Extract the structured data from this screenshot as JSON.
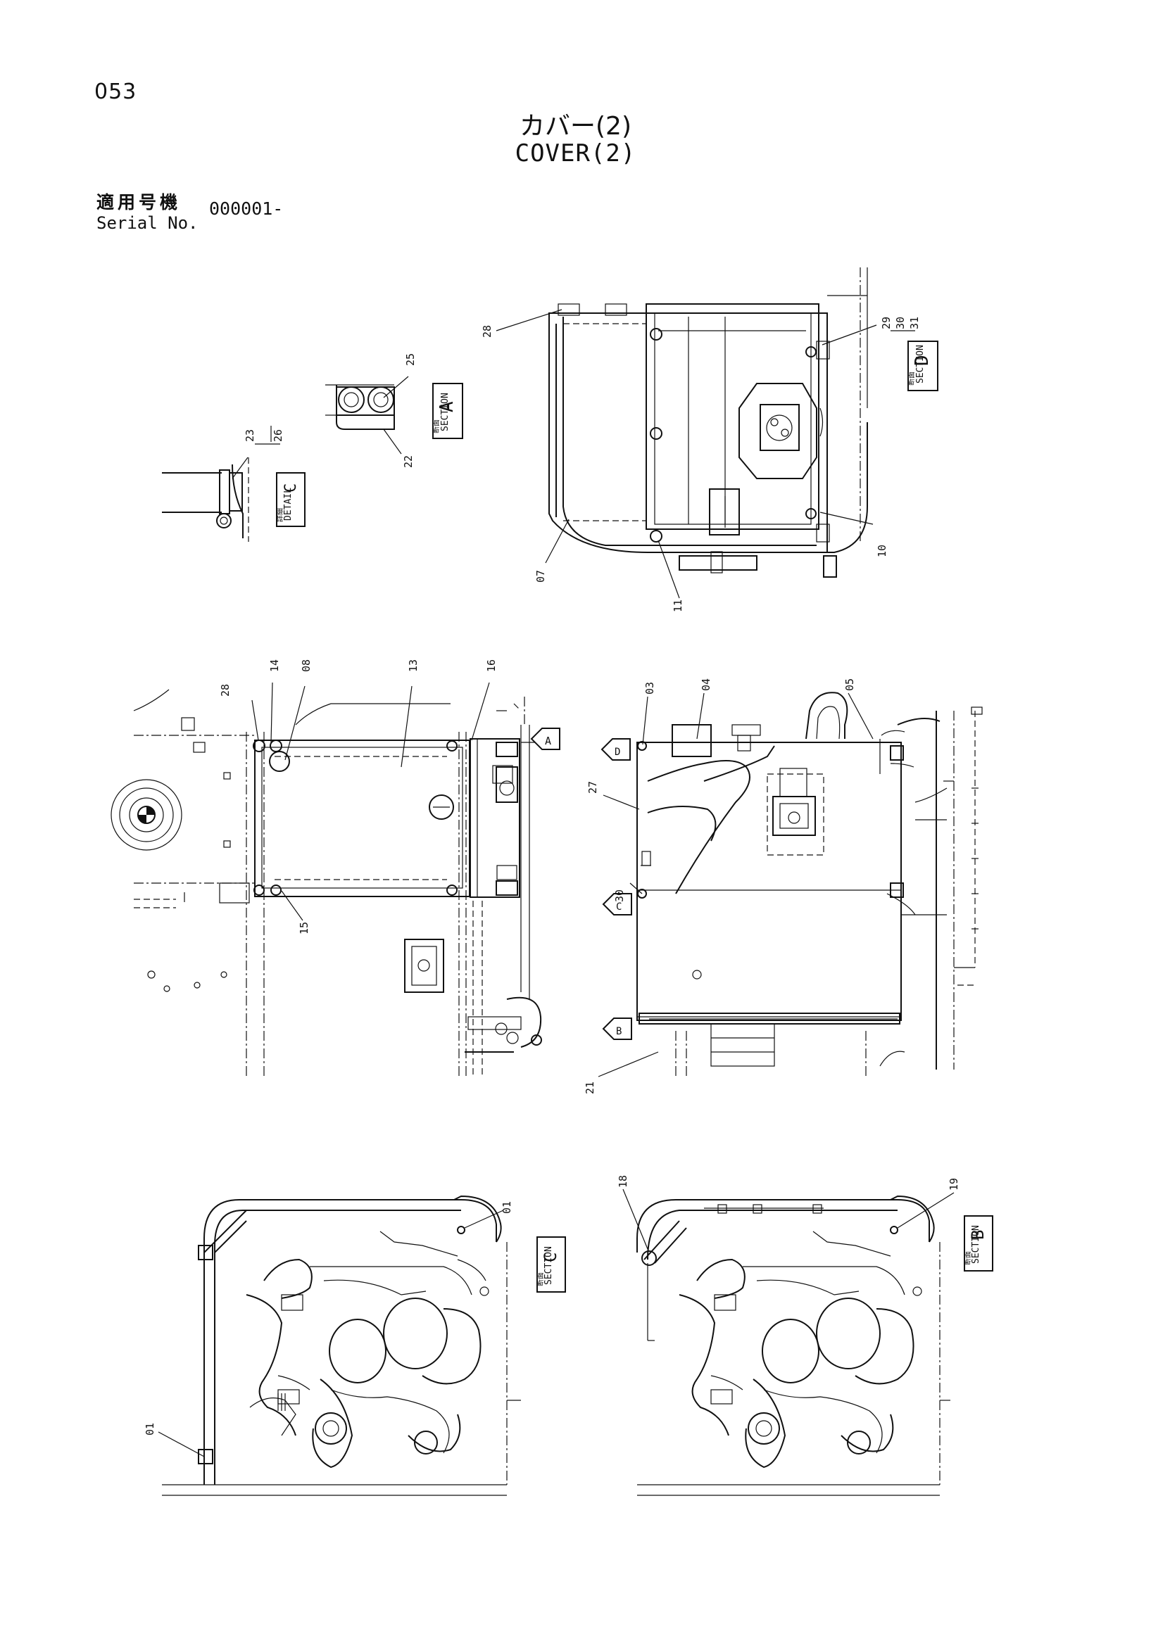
{
  "page_number": "053",
  "title_jp": "カバー(2)",
  "title_en": "COVER(2)",
  "serial": {
    "label_jp": "適用号機",
    "label_en": "Serial No.",
    "value": "000001-"
  },
  "views": [
    {
      "name": "section-d-view",
      "tag_label": "SECTION",
      "tag_letter": "D",
      "tag_jp": "断面"
    },
    {
      "name": "section-a-view",
      "tag_label": "SECTION",
      "tag_letter": "A",
      "tag_jp": "断面"
    },
    {
      "name": "detail-c-view",
      "tag_label": "DETAIL",
      "tag_letter": "C",
      "tag_jp": "詳細"
    },
    {
      "name": "section-c-view",
      "tag_label": "SECTION",
      "tag_letter": "C",
      "tag_jp": "断面"
    },
    {
      "name": "section-b-view",
      "tag_label": "SECTION",
      "tag_letter": "B",
      "tag_jp": "断面"
    }
  ],
  "view_markers": [
    "A",
    "D",
    "C",
    "B"
  ],
  "callouts": [
    "01",
    "03",
    "04",
    "05",
    "07",
    "08",
    "10",
    "11",
    "13",
    "14",
    "15",
    "16",
    "18",
    "19",
    "21",
    "22",
    "23",
    "25",
    "26",
    "27",
    "28",
    "29",
    "30",
    "31"
  ]
}
